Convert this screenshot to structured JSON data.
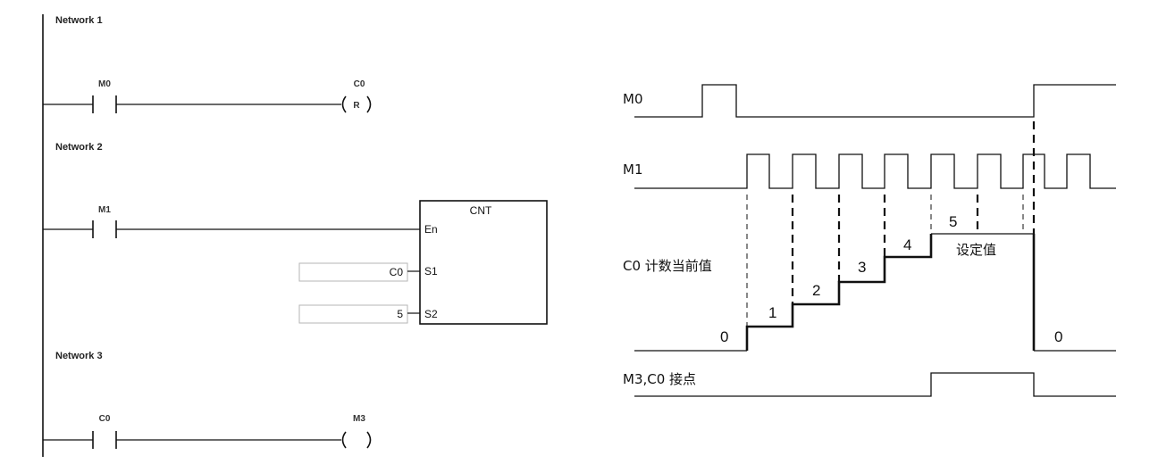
{
  "ladder": {
    "networks": [
      {
        "label": "Network 1",
        "contact": "M0",
        "coil": "C0",
        "coil_symbol": "R"
      },
      {
        "label": "Network 2",
        "contact": "M1",
        "block": {
          "name": "CNT",
          "pins": [
            "En",
            "S1",
            "S2"
          ],
          "s1_value": "C0",
          "s2_value": "5"
        }
      },
      {
        "label": "Network 3",
        "contact": "C0",
        "coil": "M3",
        "coil_symbol": ""
      }
    ]
  },
  "timing": {
    "rows": [
      {
        "label": "M0"
      },
      {
        "label": "M1"
      },
      {
        "label": "C0 计数当前值"
      },
      {
        "label": "M3,C0   接点"
      }
    ],
    "counter_values": [
      "0",
      "1",
      "2",
      "3",
      "4",
      "5"
    ],
    "after_reset_value": "0",
    "setpoint_label": "设定值"
  }
}
